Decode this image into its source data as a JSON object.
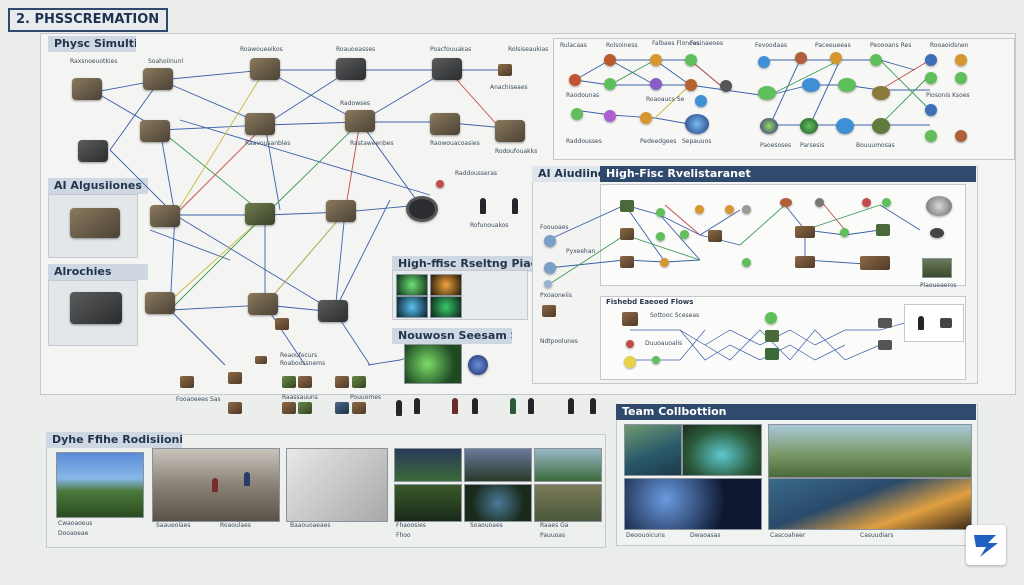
{
  "page": {
    "number": "2.",
    "title": "PHSSCREMATION"
  },
  "sections": {
    "physics": "Physc Simultions",
    "ai_left": "AI Algusiiones",
    "arches": "Alrochies",
    "high_fidelity": "High-ffisc Rseltng Piadens",
    "neuron": "Nouwosn Seesam Sysiom",
    "ai_right": "AI Aiudiines",
    "high_sub": "High-Fisc Rvelistaranet",
    "flow_sub": "Fishebd Eaeoed Flows",
    "team": "Team Collbottion",
    "dyn": "Dyhe Ffihe Rodisiionies Systeme"
  },
  "captions": {
    "c1": "Raxsnoeuotkies",
    "c2": "Soahoiinunl",
    "c3": "Roawoueeikos",
    "c4": "Roauoeasses",
    "c5": "Poacfouuakas",
    "c6": "Rolsiseaukias",
    "c7": "Anachiseaes",
    "c8": "Radowses",
    "c9": "Raavousanbles",
    "c10": "Rastaweenbes",
    "c11": "Raowouacoasies",
    "c12": "Rodoufouakks",
    "c13": "Raddousseras",
    "c14": "Rofunouakos",
    "c15": "Reaoufecurs",
    "c16": "Roaboossnems",
    "c17": "Fooaoeees Sas",
    "c18": "Raassauuns",
    "c19": "Pouuomes",
    "c20": "Rulacaas",
    "c21": "Rolsoiness",
    "c22": "Falbaes Flonces",
    "c23": "Fasinaeoes",
    "c24": "Raodounas",
    "c25": "Roaoaucs Se",
    "c26": "Raddousses",
    "c27": "Pedeedgees",
    "c28": "Sepauuos",
    "c29": "Fevoodaas",
    "c30": "Paceeueeas",
    "c31": "Peoooans Res",
    "c32": "Rooaoidsnen",
    "c33": "Piosonis Ksoes",
    "c34": "Paoesoses",
    "c35": "Parsesis",
    "c36": "Bouuumosas",
    "c37": "Foouoaes",
    "c38": "Pyxeehan",
    "c39": "Pxoaoneiis",
    "c40": "Ndtpoolunes",
    "c41": "Sottooc Sceseas",
    "c42": "Duuoauoalis",
    "c43": "Saaueolaes",
    "c44": "Roaoulaes",
    "c45": "Baaouoaeaes",
    "c46": "Fhaoosies",
    "c47": "Soaouoaes",
    "c48": "Raaes Ga",
    "c49": "Fhoo",
    "c50": "Pauuoas",
    "c51": "Deoouoicuns",
    "c52": "Dwaoasas",
    "c53": "Cascoaheer",
    "c54": "Casuudiars",
    "c55": "Cwaoaoeus",
    "c56": "Dooaoeae",
    "c57": "Plaoueaeros"
  },
  "colors": {
    "brand_navy": "#2f4a6d",
    "wire_blue": "#3c5fa8",
    "wire_red": "#c24b4b",
    "wire_green": "#3f9a55",
    "wire_yellow": "#c9b83a",
    "orb_green": "#5fbf5a",
    "orb_blue": "#3f8fd6",
    "orb_purple": "#8b5cc7",
    "orb_orange": "#d8962f"
  }
}
